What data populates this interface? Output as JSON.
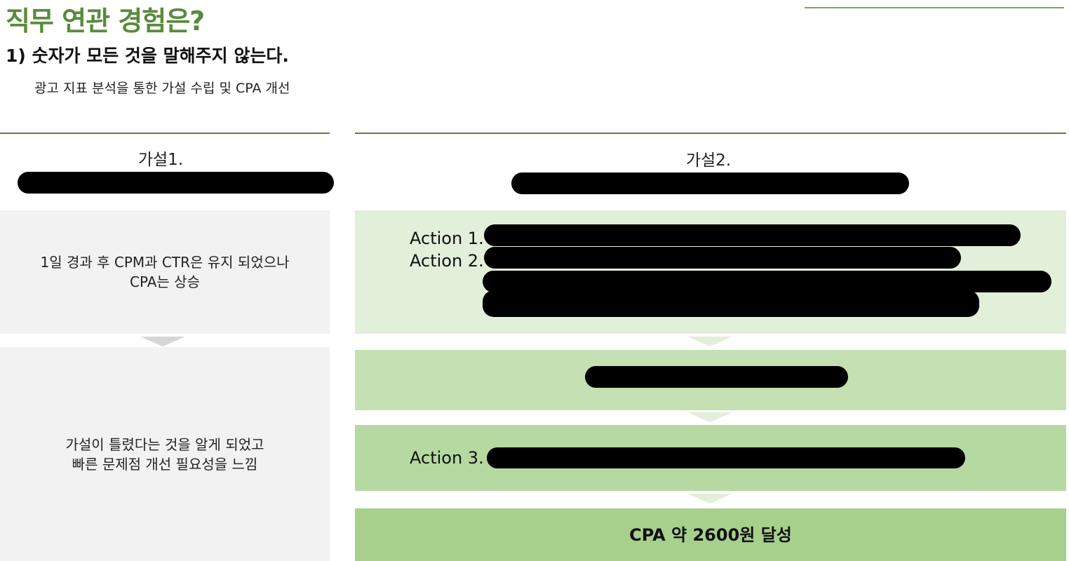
{
  "page": {
    "title": "직무 연관 경험은?",
    "section_heading": "1) 숫자가 모든 것을 말해주지 않는다.",
    "subtitle": "광고 지표 분석을 통한 가설 수립 및 CPA 개선"
  },
  "hypothesis1": {
    "label": "가설1.",
    "box1": {
      "line1": "1일 경과 후 CPM과 CTR은 유지 되었으나",
      "line2": "CPA는 상승"
    },
    "box2": {
      "line1": "가설이 틀렸다는 것을 알게 되었고",
      "line2": "빠른 문제점 개선 필요성을 느낌"
    }
  },
  "hypothesis2": {
    "label": "가설2.",
    "actions": [
      "Action 1.",
      "Action 2.",
      "Action 3."
    ],
    "result": "CPA 약 2600원 달성"
  },
  "colors": {
    "title_green": "#5a8a3c",
    "gray_box": "#f2f2f2",
    "green_light": "#e2efd9",
    "green_mid": "#c5e0b3",
    "green_3": "#b5d9a1",
    "green_dark": "#a8d08d"
  }
}
